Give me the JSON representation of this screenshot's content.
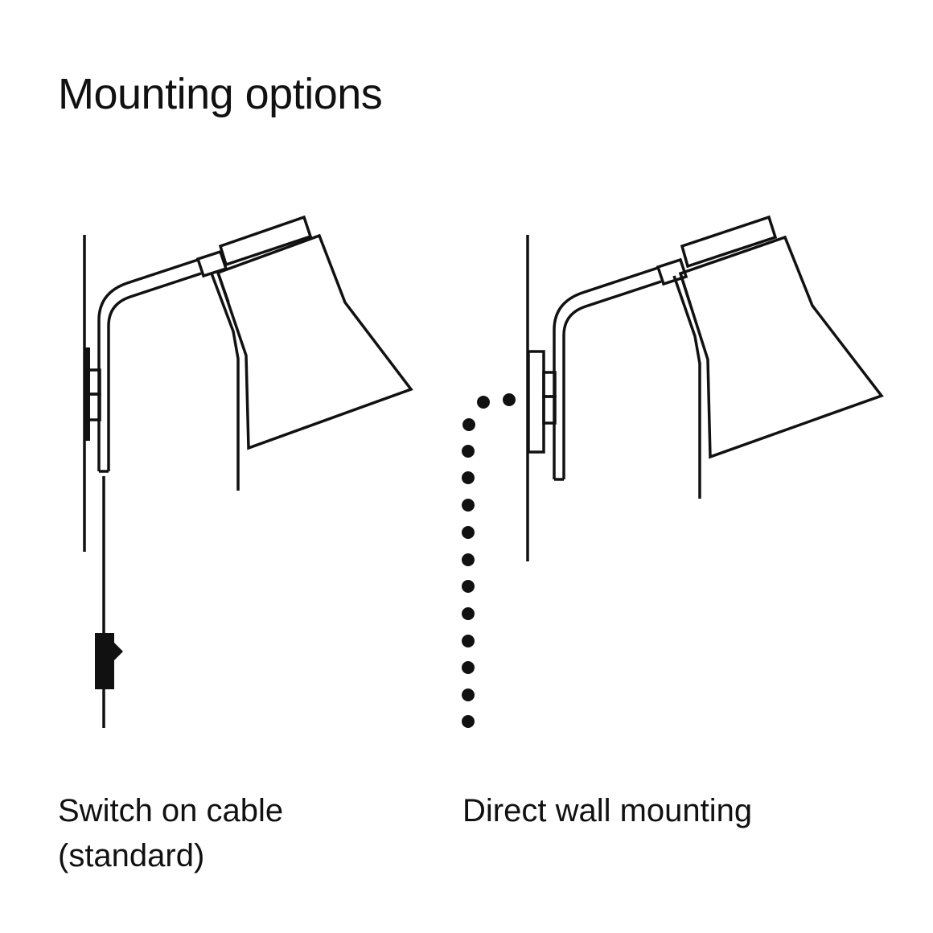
{
  "title": "Mounting options",
  "options": [
    {
      "caption_line1": "Switch on cable",
      "caption_line2": "(standard)"
    },
    {
      "caption_line1": "Direct wall mounting",
      "caption_line2": ""
    }
  ],
  "colors": {
    "line": "#111111",
    "background": "#ffffff"
  }
}
